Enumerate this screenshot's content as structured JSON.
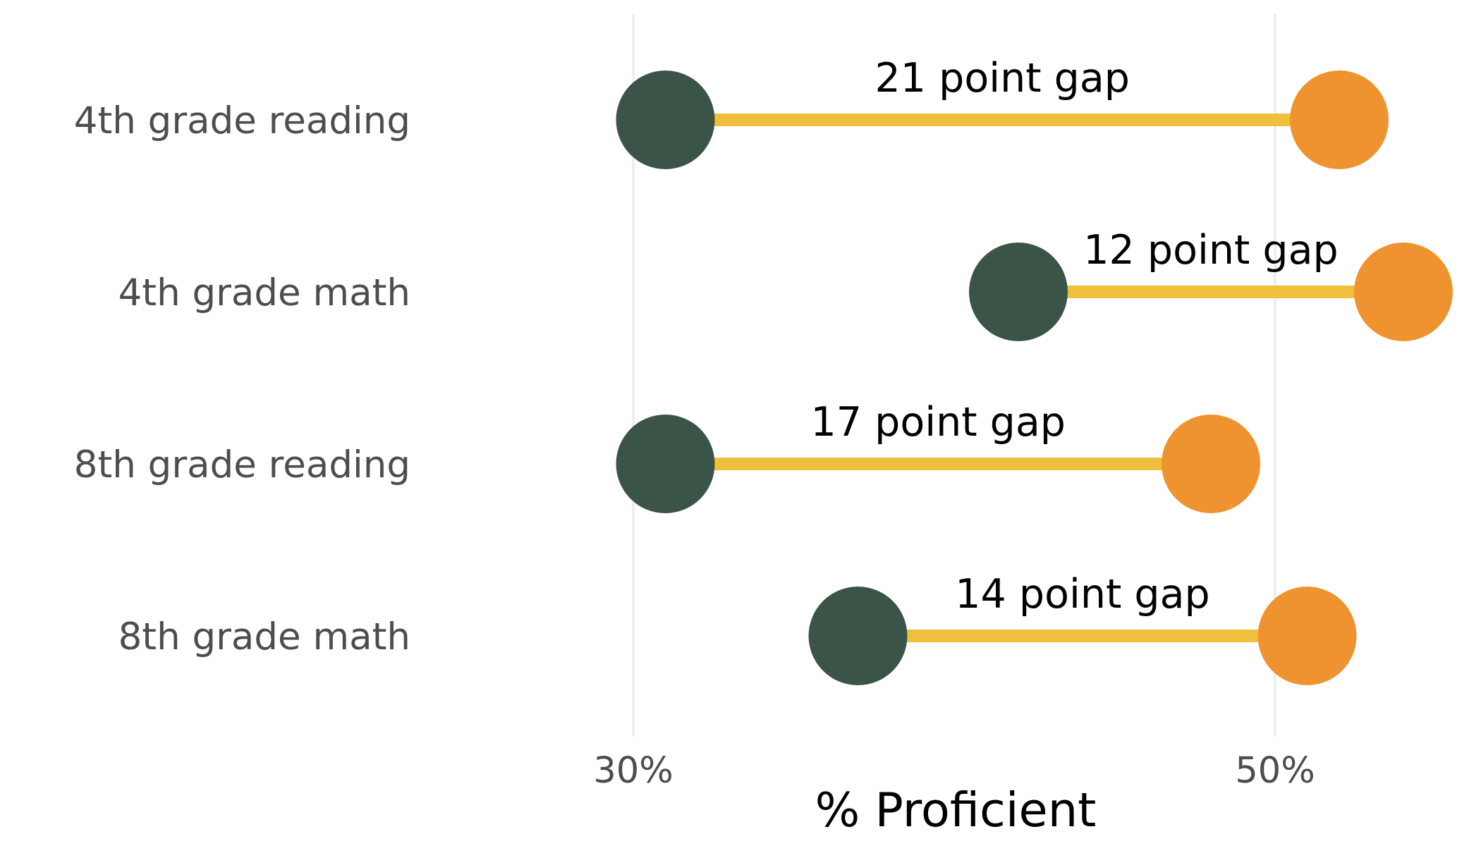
{
  "chart_data": {
    "type": "dumbbell",
    "title": "",
    "xlabel": "% Proficient",
    "ylabel": "",
    "xlim": [
      30,
      56
    ],
    "x_ticks": [
      30,
      50
    ],
    "x_tick_format": "{v}%",
    "grid": "vertical-major",
    "legend": "none",
    "categories": [
      "4th grade reading",
      "4th grade math",
      "8th grade reading",
      "8th grade math"
    ],
    "series": [
      {
        "color": "#3a5448",
        "values": [
          31,
          42,
          31,
          37
        ]
      },
      {
        "color": "#ee9330",
        "values": [
          52,
          54,
          48,
          51
        ]
      }
    ],
    "annotations": [
      "21 point gap",
      "12 point gap",
      "17 point gap",
      "14 point gap"
    ],
    "colors": {
      "low": "#3a5448",
      "high": "#ee9330",
      "connector": "#f0bf3c",
      "grid": "#ebebeb"
    }
  }
}
